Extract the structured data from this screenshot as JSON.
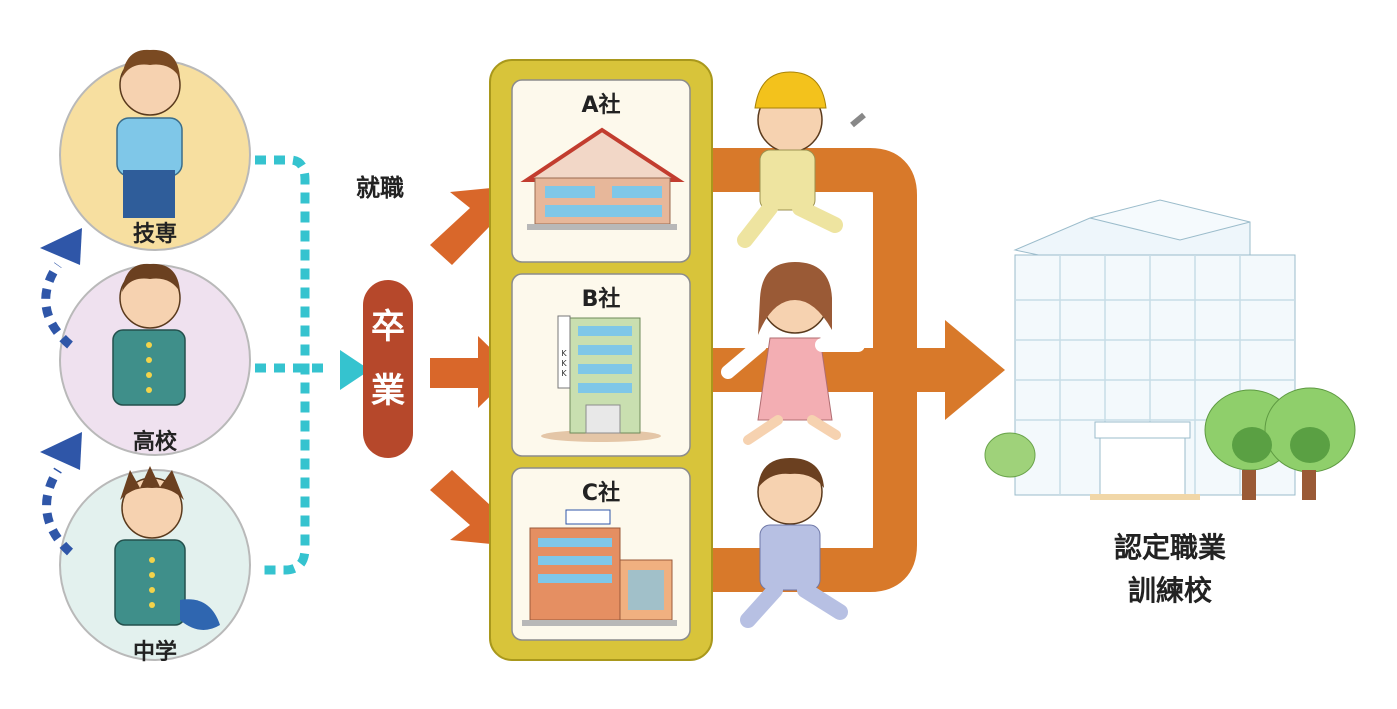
{
  "stages": {
    "gisen": "技専",
    "koukou": "高校",
    "chuugaku": "中学"
  },
  "employment_label": "就職",
  "graduation_badge": [
    "卒",
    "業"
  ],
  "companies": [
    {
      "label": "A社"
    },
    {
      "label": "B社"
    },
    {
      "label": "C社"
    }
  ],
  "building_sign": [
    "K",
    "K",
    "K"
  ],
  "training_school": {
    "line1": "認定職業",
    "line2": "訓練校"
  },
  "colors": {
    "stage_gisen_bg": "#f7dfa0",
    "stage_koukou_bg": "#efe1ef",
    "stage_chuugaku_bg": "#e3f1ee",
    "dotted_path": "#35c3cf",
    "blue_arrow": "#2f56a8",
    "orange_arrow": "#d9672a",
    "flow_band": "#d8792a",
    "company_frame": "#d8c43a",
    "company_card": "#fdf9ec",
    "badge": "#b6482b"
  }
}
